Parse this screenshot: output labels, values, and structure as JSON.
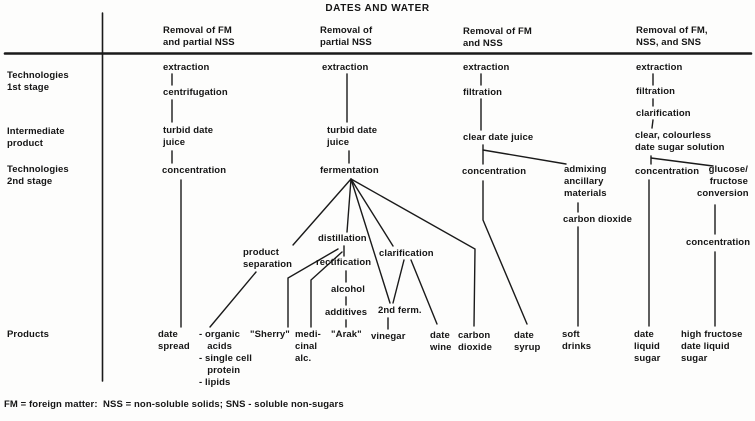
{
  "title": "DATES AND WATER",
  "row_labels": {
    "tech1": "Technologies\n1st stage",
    "intermediate": "Intermediate\nproduct",
    "tech2": "Technologies\n2nd stage",
    "products": "Products"
  },
  "col1": {
    "header": "Removal of FM\nand partial NSS",
    "extraction": "extraction",
    "centrifugation": "centrifugation",
    "turbid_juice": "turbid date\njuice",
    "concentration": "concentration",
    "date_spread": "date\nspread"
  },
  "col2": {
    "header": "Removal of\npartial NSS",
    "extraction": "extraction",
    "turbid_juice": "turbid date\njuice",
    "fermentation": "fermentation",
    "product_separation": "product\nseparation",
    "distillation": "distillation",
    "rectification": "rectification",
    "alcohol": "alcohol",
    "additives": "additives",
    "clarification": "clarification",
    "second_ferm": "2nd ferm.",
    "organic_list": "- organic\n   acids\n- single cell\n   protein\n- lipids",
    "sherry": "\"Sherry\"",
    "medicinal": "medi-\ncinal\nalc.",
    "arak": "\"Arak\"",
    "vinegar": "vinegar",
    "date_wine": "date\nwine",
    "carbon_dioxide": "carbon\ndioxide"
  },
  "col3": {
    "header": "Removal of FM\nand NSS",
    "extraction": "extraction",
    "filtration": "filtration",
    "clear_juice": "clear date juice",
    "concentration": "concentration",
    "admixing": "admixing\nancillary\nmaterials",
    "carbon_dioxide": "carbon dioxide",
    "date_syrup": "date\nsyrup",
    "soft_drinks": "soft\ndrinks"
  },
  "col4": {
    "header": "Removal of FM,\nNSS, and SNS",
    "extraction": "extraction",
    "filtration": "filtration",
    "clarification": "clarification",
    "clear_solution": "clear, colourless\ndate sugar solution",
    "concentration": "concentration",
    "glucose_conversion": "glucose/\nfructose\nconversion",
    "concentration2": "concentration",
    "date_liquid_sugar": "date\nliquid\nsugar",
    "high_fructose": "high fructose\ndate liquid\nsugar"
  },
  "footnote": "FM = foreign matter:  NSS = non-soluble solids; SNS - soluble non-sugars",
  "colors": {
    "ink": "#151515",
    "background": "#fdfdfc"
  }
}
